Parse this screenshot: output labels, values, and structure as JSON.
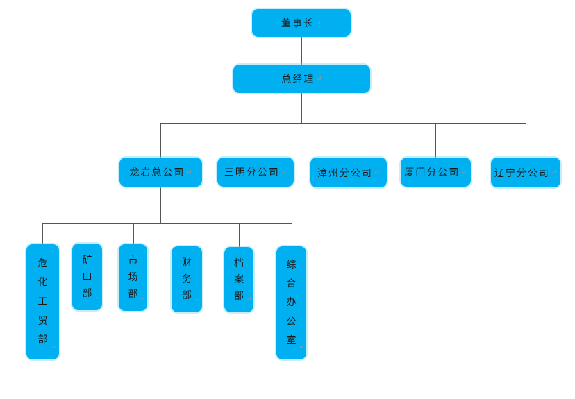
{
  "style": {
    "background": "#ffffff",
    "node_fill": "#00b0f0",
    "connector_color": "#555555",
    "text_color": "#1c1c1c",
    "return_mark": "↵",
    "return_mark_color": "#9a9a9a"
  },
  "org_chart": {
    "type": "org-chart",
    "label": "董事长",
    "children": [
      {
        "label": "总经理",
        "children": [
          {
            "label": "龙岩总公司",
            "children": [
              {
                "label": "危化工贸部"
              },
              {
                "label": "矿山部"
              },
              {
                "label": "市场部"
              },
              {
                "label": "财务部"
              },
              {
                "label": "档案部"
              },
              {
                "label": "综合办公室"
              }
            ]
          },
          {
            "label": "三明分公司"
          },
          {
            "label": "漳州分公司"
          },
          {
            "label": "厦门分公司"
          },
          {
            "label": "辽宁分公司"
          }
        ]
      }
    ]
  }
}
